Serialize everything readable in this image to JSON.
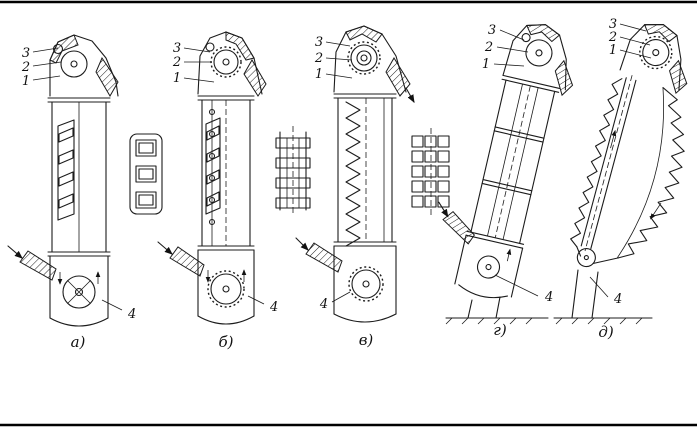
{
  "diagram": {
    "figures": [
      {
        "caption": "а)",
        "parts": [
          "3",
          "2",
          "1",
          "4"
        ]
      },
      {
        "caption": "б)",
        "parts": [
          "3",
          "2",
          "1",
          "4"
        ]
      },
      {
        "caption": "в)",
        "parts": [
          "3",
          "2",
          "1",
          "4"
        ]
      },
      {
        "caption": "г)",
        "parts": [
          "3",
          "2",
          "1",
          "4"
        ]
      },
      {
        "caption": "д)",
        "parts": [
          "3",
          "2",
          "1",
          "4"
        ]
      }
    ],
    "colors": {
      "ink": "#1c1c1c",
      "background": "#ffffff"
    }
  }
}
